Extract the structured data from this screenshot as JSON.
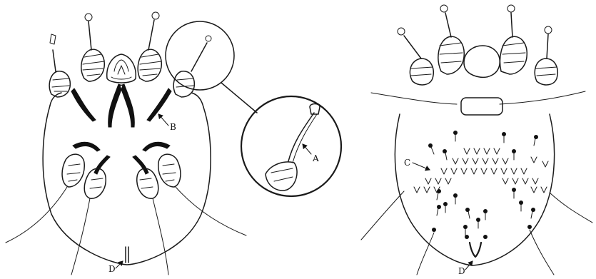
{
  "labels": {
    "a": "A",
    "b": "B",
    "c": "C",
    "d_left": "D",
    "d_right": "D"
  }
}
